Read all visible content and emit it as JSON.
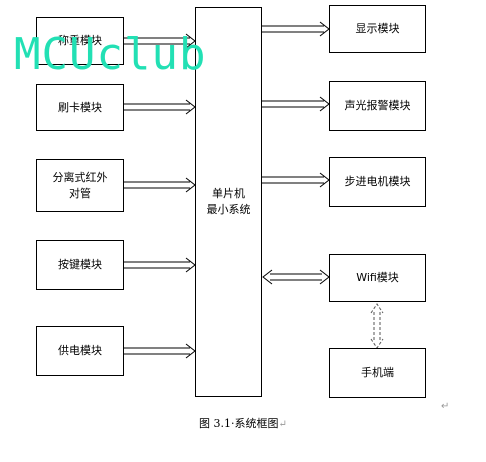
{
  "inputs": [
    {
      "key": "weigh",
      "label": "称重模块"
    },
    {
      "key": "card",
      "label": "刷卡模块"
    },
    {
      "key": "ir",
      "label": "分离式红外\n对管"
    },
    {
      "key": "keys",
      "label": "按键模块"
    },
    {
      "key": "power",
      "label": "供电模块"
    }
  ],
  "mcu": {
    "label": "单片机\n最小系统"
  },
  "outputs": [
    {
      "key": "display",
      "label": "显示模块"
    },
    {
      "key": "alarm",
      "label": "声光报警模块"
    },
    {
      "key": "stepper",
      "label": "步进电机模块"
    },
    {
      "key": "wifi",
      "label": "Wifi模块"
    }
  ],
  "phone": {
    "label": "手机端"
  },
  "watermark": "MCUclub",
  "caption": {
    "text": "图 3.1·系统框图",
    "mark": "↵"
  },
  "endmark": "↵",
  "colors": {
    "line": "#000000",
    "watermark": "#22e0b4",
    "dashed": "#555555"
  }
}
